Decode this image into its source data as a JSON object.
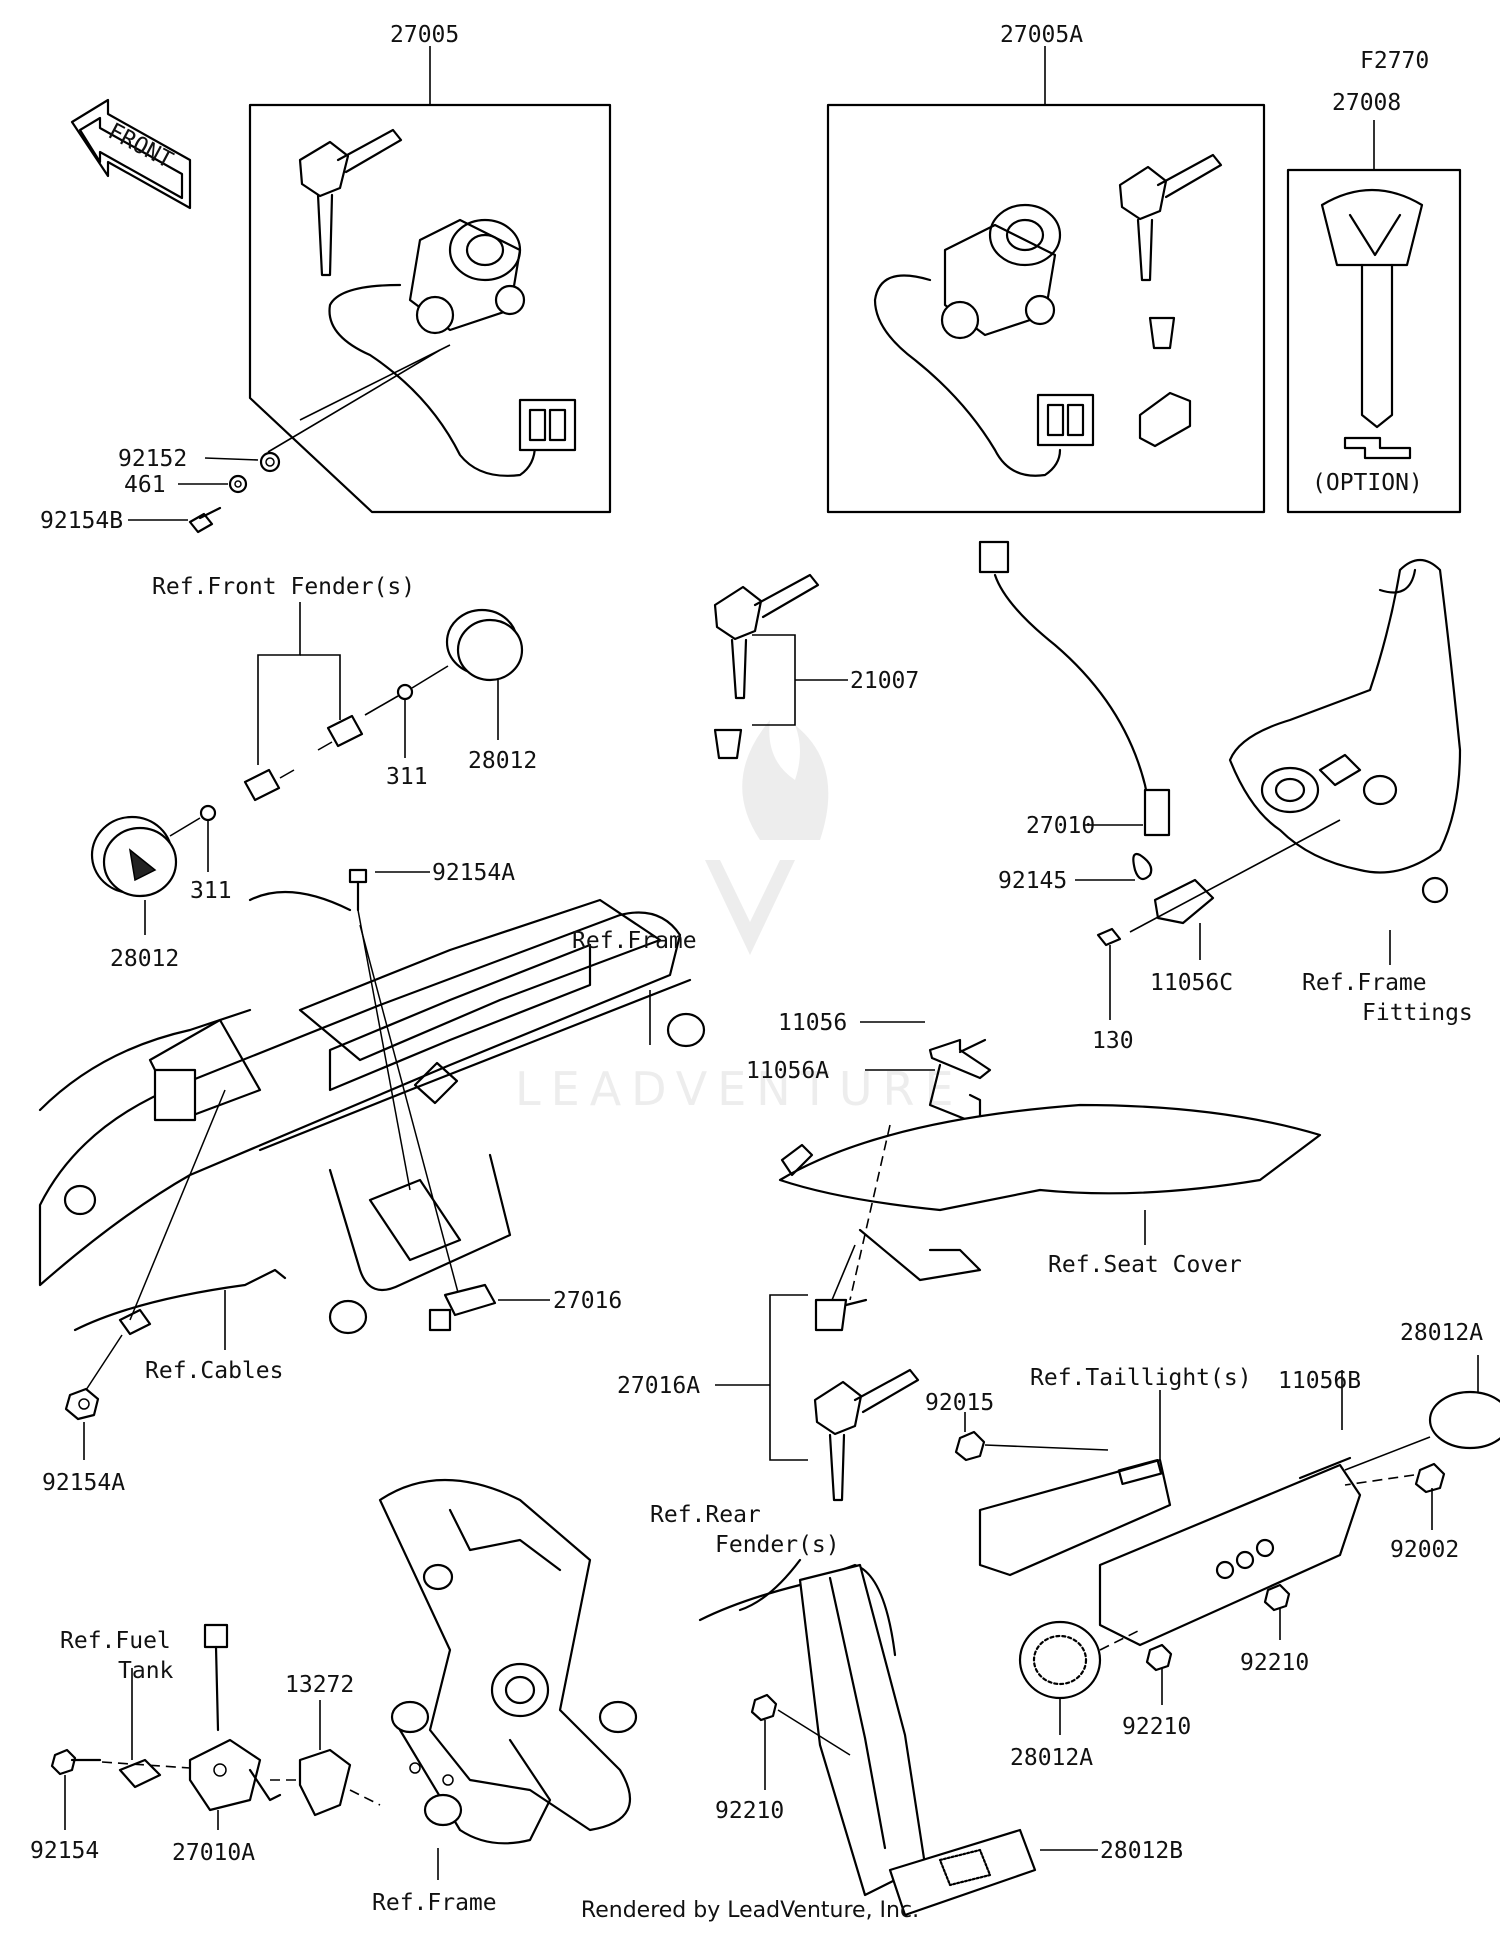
{
  "labels": {
    "p27005": "27005",
    "p27005A": "27005A",
    "f2770": "F2770",
    "p27008": "27008",
    "option": "(OPTION)",
    "front": "FRONT",
    "p92152": "92152",
    "p461": "461",
    "p92154B": "92154B",
    "refFrontFenders": "Ref.Front Fender(s)",
    "p311a": "311",
    "p311b": "311",
    "p28012a": "28012",
    "p28012b": "28012",
    "p21007": "21007",
    "p27010": "27010",
    "p92145": "92145",
    "p130": "130",
    "p11056C": "11056C",
    "refFrameFittings1": "Ref.Frame",
    "refFrameFittings2": "Fittings",
    "p92154A_top": "92154A",
    "refFrame1": "Ref.Frame",
    "p11056": "11056",
    "p11056A": "11056A",
    "refSeatCover": "Ref.Seat Cover",
    "p27016": "27016",
    "refCables": "Ref.Cables",
    "p92154A_bot": "92154A",
    "p27016A": "27016A",
    "p92015": "92015",
    "refTaillights": "Ref.Taillight(s)",
    "p11056B": "11056B",
    "p28012A_top": "28012A",
    "p92002": "92002",
    "p92210a": "92210",
    "p92210b": "92210",
    "p28012A_bot": "28012A",
    "refRearFender1": "Ref.Rear",
    "refRearFender2": "Fender(s)",
    "p92210c": "92210",
    "p28012B": "28012B",
    "refFuelTank1": "Ref.Fuel",
    "refFuelTank2": "Tank",
    "p13272": "13272",
    "p92154": "92154",
    "p27010A": "27010A",
    "refFrame2": "Ref.Frame"
  },
  "watermark": "LEADVENTURE",
  "footer": "Rendered by LeadVenture, Inc."
}
